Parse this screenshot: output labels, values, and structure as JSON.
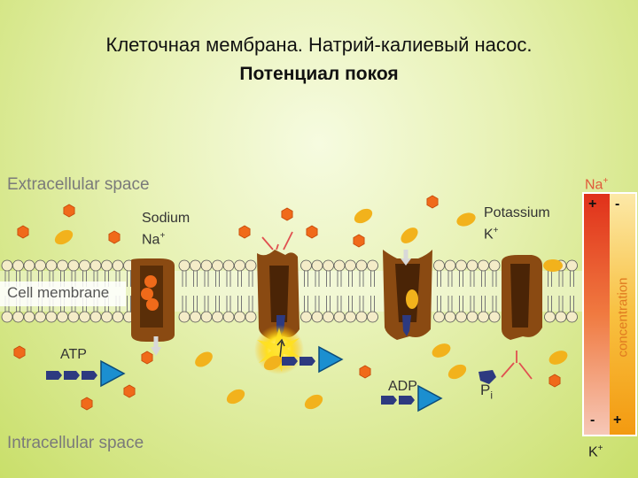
{
  "title": {
    "line1": "Клеточная мембрана. Натрий-калиевый насос.",
    "line2": "Потенциал покоя"
  },
  "labels": {
    "extracellular": "Extracellular space",
    "intracellular": "Intracellular space",
    "cell_membrane": "Cell membrane",
    "sodium": "Sodium",
    "sodium_symbol": "Na",
    "potassium": "Potassium",
    "potassium_symbol": "K",
    "atp": "ATP",
    "adp": "ADP",
    "pi": "P",
    "pi_sub": "i",
    "concentration": "concentration",
    "top_ion": "Na",
    "bottom_ion": "K",
    "plus": "+",
    "minus": "-"
  },
  "colors": {
    "sodium": "#f06a1a",
    "potassium": "#f2b21c",
    "pump": "#8a4a12",
    "atp_phosphate": "#2d3a80",
    "atp_triangle": "#1b8fd0",
    "lipid_head": "#f4ecc8"
  }
}
